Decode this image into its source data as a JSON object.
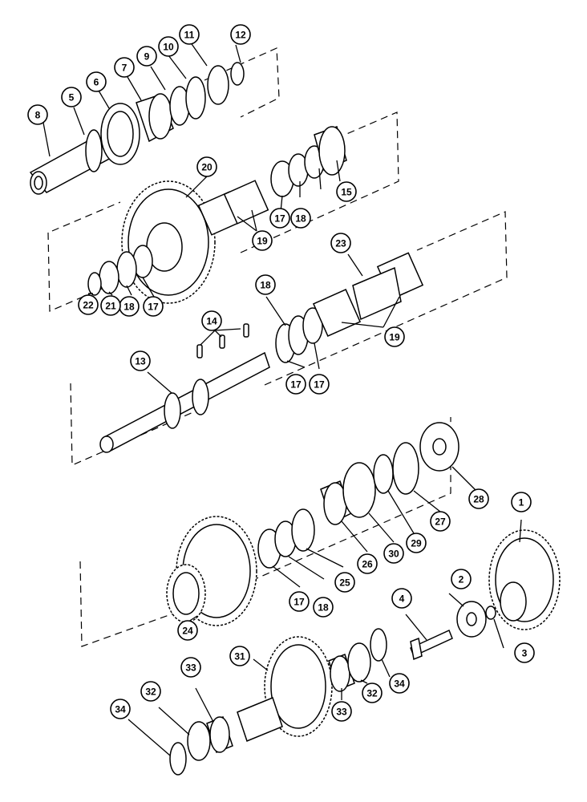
{
  "callouts": [
    {
      "label": "1",
      "name": "callout-1"
    },
    {
      "label": "2",
      "name": "callout-2"
    },
    {
      "label": "3",
      "name": "callout-3"
    },
    {
      "label": "4",
      "name": "callout-4"
    },
    {
      "label": "5",
      "name": "callout-5"
    },
    {
      "label": "6",
      "name": "callout-6"
    },
    {
      "label": "7",
      "name": "callout-7"
    },
    {
      "label": "8",
      "name": "callout-8"
    },
    {
      "label": "9",
      "name": "callout-9"
    },
    {
      "label": "10",
      "name": "callout-10"
    },
    {
      "label": "11",
      "name": "callout-11"
    },
    {
      "label": "12",
      "name": "callout-12"
    },
    {
      "label": "13",
      "name": "callout-13"
    },
    {
      "label": "14",
      "name": "callout-14"
    },
    {
      "label": "15",
      "name": "callout-15"
    },
    {
      "label": "17",
      "name": "callout-17-a"
    },
    {
      "label": "17",
      "name": "callout-17-b"
    },
    {
      "label": "17",
      "name": "callout-17-c"
    },
    {
      "label": "17",
      "name": "callout-17-d"
    },
    {
      "label": "17",
      "name": "callout-17-e"
    },
    {
      "label": "18",
      "name": "callout-18-a"
    },
    {
      "label": "18",
      "name": "callout-18-b"
    },
    {
      "label": "18",
      "name": "callout-18-c"
    },
    {
      "label": "18",
      "name": "callout-18-d"
    },
    {
      "label": "19",
      "name": "callout-19-a"
    },
    {
      "label": "19",
      "name": "callout-19-b"
    },
    {
      "label": "20",
      "name": "callout-20"
    },
    {
      "label": "21",
      "name": "callout-21"
    },
    {
      "label": "22",
      "name": "callout-22"
    },
    {
      "label": "23",
      "name": "callout-23"
    },
    {
      "label": "24",
      "name": "callout-24"
    },
    {
      "label": "25",
      "name": "callout-25"
    },
    {
      "label": "26",
      "name": "callout-26"
    },
    {
      "label": "27",
      "name": "callout-27"
    },
    {
      "label": "28",
      "name": "callout-28"
    },
    {
      "label": "29",
      "name": "callout-29"
    },
    {
      "label": "30",
      "name": "callout-30"
    },
    {
      "label": "31",
      "name": "callout-31"
    },
    {
      "label": "32",
      "name": "callout-32-a"
    },
    {
      "label": "32",
      "name": "callout-32-b"
    },
    {
      "label": "33",
      "name": "callout-33-a"
    },
    {
      "label": "33",
      "name": "callout-33-b"
    },
    {
      "label": "34",
      "name": "callout-34-a"
    },
    {
      "label": "34",
      "name": "callout-34-b"
    }
  ]
}
